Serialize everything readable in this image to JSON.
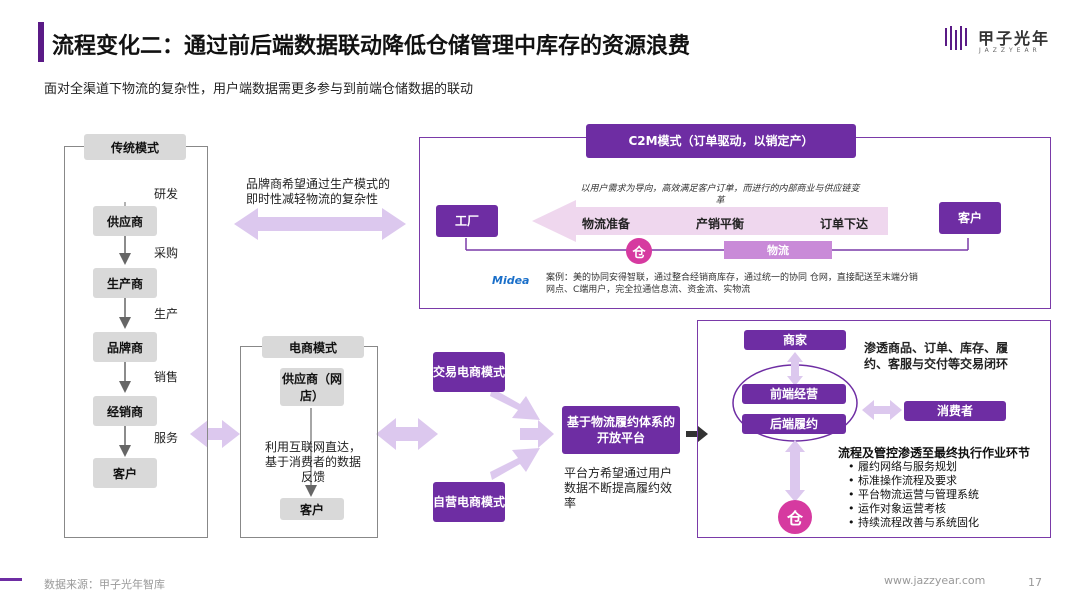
{
  "header": {
    "title": "流程变化二：通过前后端数据联动降低仓储管理中库存的资源浪费",
    "subtitle": "面对全渠道下物流的复杂性，用户端数据需更多参与到前端仓储数据的联动",
    "logo_name": "甲子光年",
    "logo_sub": "JAZZYEAR"
  },
  "traditional": {
    "header": "传统模式",
    "nodes": [
      "供应商",
      "生产商",
      "品牌商",
      "经销商",
      "客户"
    ],
    "steps": [
      "研发",
      "采购",
      "生产",
      "销售",
      "服务"
    ]
  },
  "brand_note": "品牌商希望通过生产模式的即时性减轻物流的复杂性",
  "c2m": {
    "header": "C2M模式（订单驱动，以销定产）",
    "description": "以用户需求为导向，高效满足客户订单，而进行的内部商业与供应链变革",
    "factory": "工厂",
    "customer": "客户",
    "flow_labels": [
      "物流准备",
      "产销平衡",
      "订单下达"
    ],
    "warehouse_icon": "仓",
    "logistics": "物流",
    "brand_logo": "Midea",
    "case_text": "案例：美的协同安得智联，通过整合经销商库存，通过统一的协同 仓网，直接配送至末端分销网点、C端用户，完全拉通信息流、资金流、实物流"
  },
  "ecommerce": {
    "header": "电商模式",
    "supplier": "供应商（网店）",
    "note": "利用互联网直达，基于消费者的数据反馈",
    "customer": "客户"
  },
  "channels": {
    "transaction": "交易电商模式",
    "self_operated": "自营电商模式",
    "platform": "基于物流履约体系的开放平台",
    "platform_note": "平台方希望通过用户数据不断提高履约效率"
  },
  "closed_loop": {
    "merchant": "商家",
    "front": "前端经营",
    "back": "后端履约",
    "consumer": "消费者",
    "warehouse_icon": "仓",
    "note_top": "渗透商品、订单、库存、履约、客服与交付等交易闭环",
    "note_heading": "流程及管控渗透至最终执行作业环节",
    "bullets": [
      "履约网络与服务规划",
      "标准操作流程及要求",
      "平台物流运营与管理系统",
      "运作对象运营考核",
      "持续流程改善与系统固化"
    ]
  },
  "footer": {
    "source": "数据来源：甲子光年智库",
    "url": "www.jazzyear.com",
    "page": "17"
  },
  "colors": {
    "accent": "#6e2da3",
    "light_purple": "#dcc8ee",
    "pink": "#d63aa0",
    "grey": "#d9d9d9"
  }
}
